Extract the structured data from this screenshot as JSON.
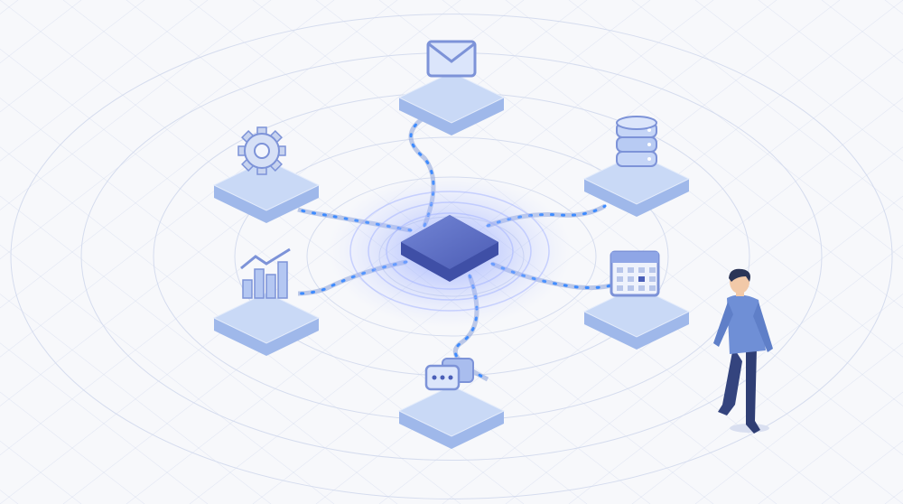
{
  "colors": {
    "background": "#f7f8fb",
    "grid_line": "#d5dcee",
    "platform_top": "#c9d9f6",
    "platform_side": "#9fb8ea",
    "platform_edge": "#b3c8f0",
    "hub_top": "#5b6ec4",
    "hub_side": "#3f4fa6",
    "glow": "#8fa6ff",
    "flow_dot": "#3d8bff",
    "path": "#8aa0d8",
    "person_shirt": "#6f8fd6",
    "person_pants": "#34447e",
    "person_hair": "#2b3557",
    "person_skin": "#f2c9a8"
  },
  "nodes": [
    {
      "id": "email",
      "icon": "envelope-icon"
    },
    {
      "id": "database",
      "icon": "database-icon"
    },
    {
      "id": "calendar",
      "icon": "calendar-icon"
    },
    {
      "id": "chat",
      "icon": "chat-bubbles-icon"
    },
    {
      "id": "analytics",
      "icon": "bar-chart-trend-icon"
    },
    {
      "id": "settings",
      "icon": "gear-icon"
    }
  ],
  "hub": {
    "icon": "central-chip-hub"
  },
  "figure": {
    "icon": "walking-person"
  }
}
